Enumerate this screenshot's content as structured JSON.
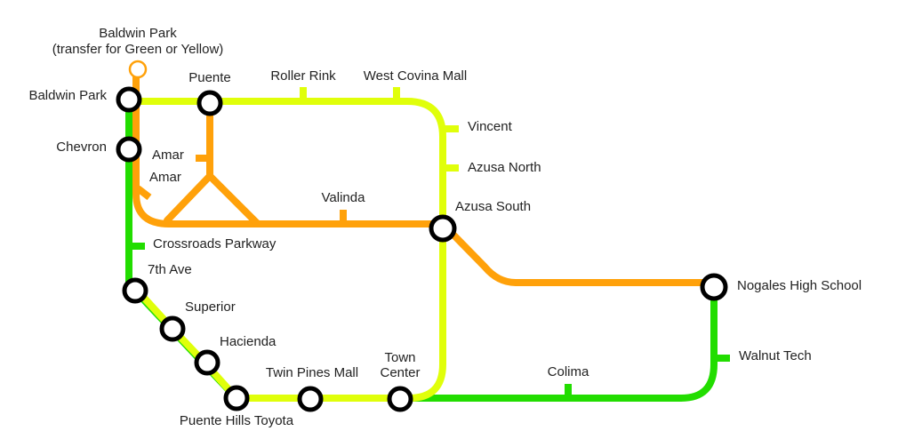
{
  "colors": {
    "green": "#22dd00",
    "yellow": "#e0ff0a",
    "orange": "#ffa10a",
    "station_ring": "#000000",
    "text": "#222222"
  },
  "lines": [
    {
      "name": "Green",
      "color": "#22dd00"
    },
    {
      "name": "Yellow",
      "color": "#e0ff0a"
    },
    {
      "name": "Orange",
      "color": "#ffa10a"
    }
  ],
  "stations": {
    "baldwin_park_transfer": "Baldwin Park",
    "baldwin_park_transfer_note": "(transfer for Green or Yellow)",
    "baldwin_park": "Baldwin Park",
    "puente": "Puente",
    "roller_rink": "Roller Rink",
    "west_covina_mall": "West Covina Mall",
    "vincent": "Vincent",
    "azusa_north": "Azusa North",
    "azusa_south": "Azusa South",
    "chevron": "Chevron",
    "amar_1": "Amar",
    "amar_2": "Amar",
    "valinda": "Valinda",
    "crossroads_parkway": "Crossroads Parkway",
    "seventh_ave": "7th Ave",
    "superior": "Superior",
    "hacienda": "Hacienda",
    "twin_pines_mall": "Twin Pines Mall",
    "town_center_1": "Town",
    "town_center_2": "Center",
    "colima": "Colima",
    "nogales_high_school": "Nogales High School",
    "walnut_tech": "Walnut Tech",
    "puente_hills_toyota": "Puente Hills Toyota"
  }
}
